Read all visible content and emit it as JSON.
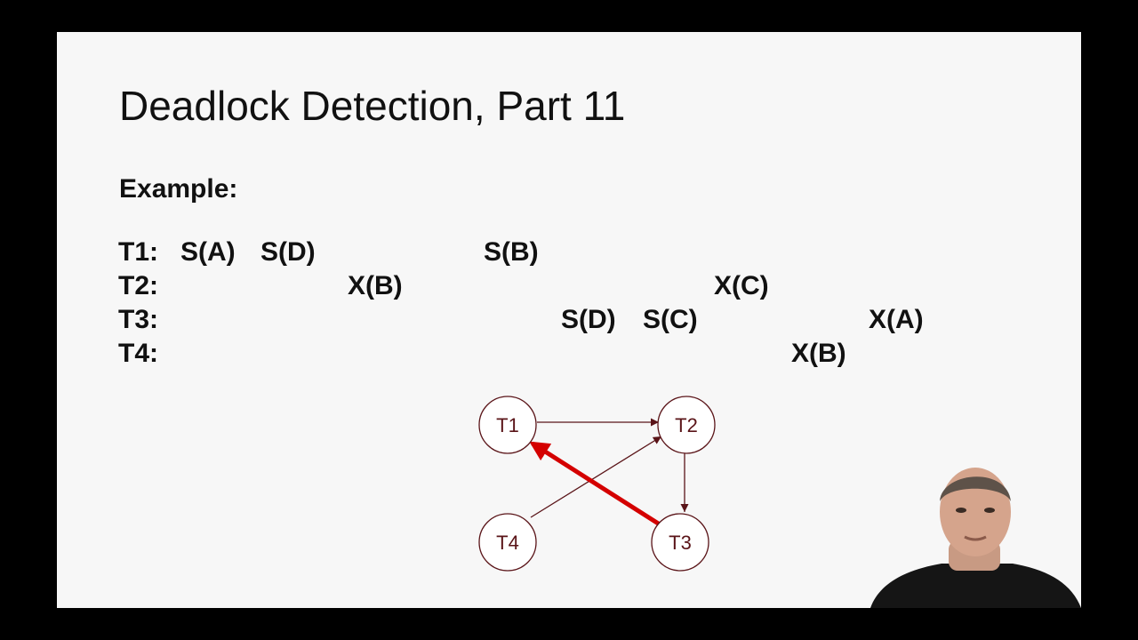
{
  "slide": {
    "title": "Deadlock Detection, Part 11",
    "example_label": "Example:"
  },
  "schedule": {
    "rows": [
      {
        "label": "T1:",
        "ops": [
          "S(A)",
          "S(D)",
          "S(B)"
        ]
      },
      {
        "label": "T2:",
        "ops": [
          "X(B)",
          "X(C)"
        ]
      },
      {
        "label": "T3:",
        "ops": [
          "S(D)",
          "S(C)",
          "X(A)"
        ]
      },
      {
        "label": "T4:",
        "ops": [
          "X(B)"
        ]
      }
    ]
  },
  "waits_for_graph": {
    "nodes": [
      "T1",
      "T2",
      "T3",
      "T4"
    ],
    "edges": [
      {
        "from": "T1",
        "to": "T2",
        "highlighted": false
      },
      {
        "from": "T2",
        "to": "T3",
        "highlighted": false
      },
      {
        "from": "T4",
        "to": "T2",
        "highlighted": false
      },
      {
        "from": "T3",
        "to": "T1",
        "highlighted": true
      }
    ],
    "colors": {
      "edge": "#5a1418",
      "highlight": "#d40000"
    }
  }
}
